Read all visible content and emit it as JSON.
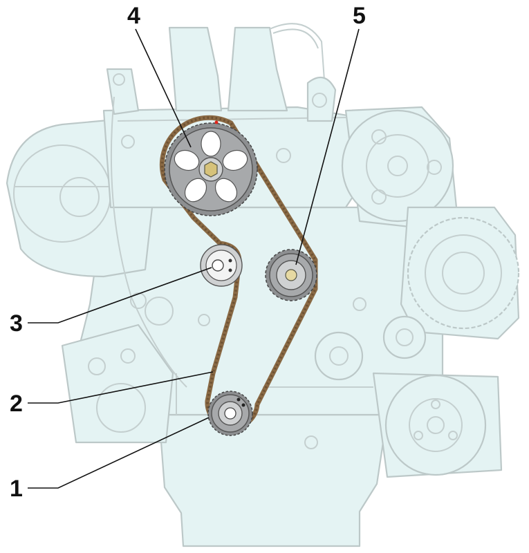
{
  "callouts": [
    {
      "id": "1",
      "label": "1"
    },
    {
      "id": "2",
      "label": "2"
    },
    {
      "id": "3",
      "label": "3"
    },
    {
      "id": "4",
      "label": "4"
    },
    {
      "id": "5",
      "label": "5"
    }
  ],
  "colors": {
    "engine_fill": "#e4f3f3",
    "engine_outline": "#bcc8c8",
    "belt": "#8a6a45",
    "belt_teeth": "#6e5233",
    "sprocket": "#a7a9ab",
    "timing_mark": "#e0241b",
    "label": "#111111"
  }
}
